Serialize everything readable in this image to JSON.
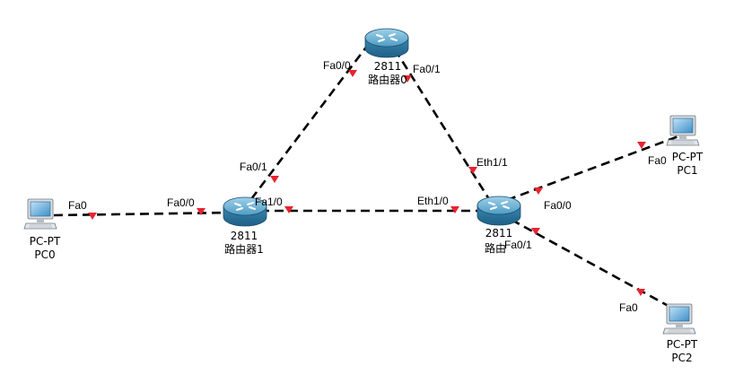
{
  "devices": {
    "router0": {
      "model": "2811",
      "name": "路由器0"
    },
    "router1": {
      "model": "2811",
      "name": "路由器1"
    },
    "router2": {
      "model": "2811",
      "name": "路由"
    },
    "pc0": {
      "model": "PC-PT",
      "name": "PC0"
    },
    "pc1": {
      "model": "PC-PT",
      "name": "PC1"
    },
    "pc2": {
      "model": "PC-PT",
      "name": "PC2"
    }
  },
  "links": {
    "pc0_r1": {
      "a_port": "Fa0",
      "b_port": "Fa0/0"
    },
    "r1_r0": {
      "a_port": "Fa0/1",
      "b_port": "Fa0/0"
    },
    "r0_r2": {
      "a_port": "Fa0/1",
      "b_port": "Eth1/1"
    },
    "r1_r2": {
      "a_port": "Fa1/0",
      "b_port": "Eth1/0"
    },
    "r2_pc1": {
      "a_port": "Fa0/0",
      "b_port": "Fa0"
    },
    "r2_pc2": {
      "a_port": "Fa0/1",
      "b_port": "Fa0"
    }
  },
  "colors": {
    "link": "#000000",
    "port_marker": "#e8232f",
    "router_body": "#3d8fb5",
    "pc_screen": "#5aa9d6"
  }
}
